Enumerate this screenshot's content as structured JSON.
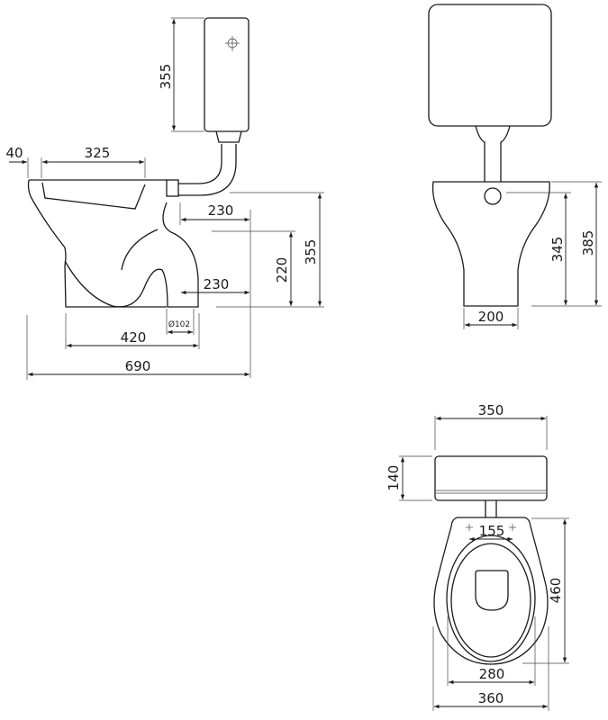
{
  "title": "Close-coupled toilet technical drawing (dimensions in mm)",
  "side_view": {
    "tank_height": "355",
    "rim_offset": "40",
    "bowl_opening": "325",
    "inlet_offset": "230",
    "outlet_offset": "230",
    "outlet_height": "220",
    "inlet_height": "355",
    "outlet_diameter": "Ø102",
    "base_length": "420",
    "total_length": "690"
  },
  "front_view": {
    "inlet_height": "345",
    "total_height": "385",
    "base_width": "200"
  },
  "top_view": {
    "tank_width": "350",
    "tank_depth": "140",
    "fixing_distance": "155",
    "bowl_length": "460",
    "seat_width": "280",
    "bowl_width": "360"
  }
}
